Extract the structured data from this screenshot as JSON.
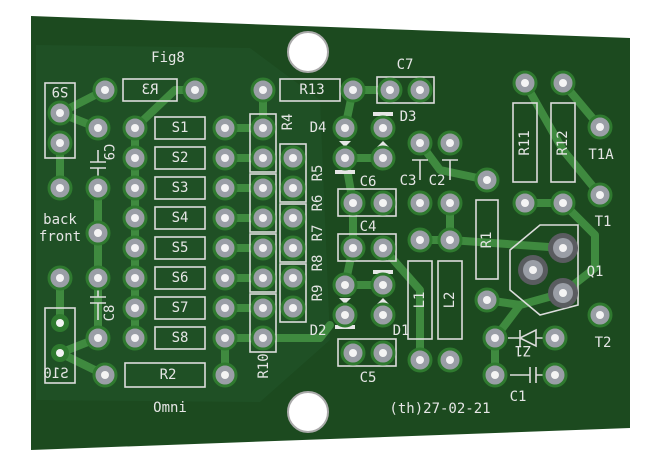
{
  "board": {
    "colors": {
      "substrate": "#1c4a1f",
      "copper_fill": "#245a26",
      "trace": "#3f8a3f",
      "silkscreen": "#dcdcdc",
      "pad": "#9a9ea6"
    },
    "labels": {
      "fig8": "Fig8",
      "back": "back",
      "front": "front",
      "omni": "Omni",
      "date": "(th)27-02-21",
      "S9": "S9",
      "S10": "S10",
      "R3": "R3",
      "R13": "R13",
      "C7": "C7",
      "C9": "C9",
      "C8": "C8",
      "S1": "S1",
      "S2": "S2",
      "S3": "S3",
      "S4": "S4",
      "S5": "S5",
      "S6": "S6",
      "S7": "S7",
      "S8": "S8",
      "R2": "R2",
      "R4": "R4",
      "R5": "R5",
      "R6": "R6",
      "R7": "R7",
      "R8": "R8",
      "R9": "R9",
      "R10": "R10",
      "D1": "D1",
      "D2": "D2",
      "D3": "D3",
      "D4": "D4",
      "C1": "C1",
      "C2": "C2",
      "C3": "C3",
      "C4": "C4",
      "C5": "C5",
      "C6": "C6",
      "L1": "L1",
      "L2": "L2",
      "R1": "R1",
      "R11": "R11",
      "R12": "R12",
      "Q1": "Q1",
      "T1A": "T1A",
      "T1": "T1",
      "T2": "T2",
      "Z1": "Z1"
    }
  }
}
